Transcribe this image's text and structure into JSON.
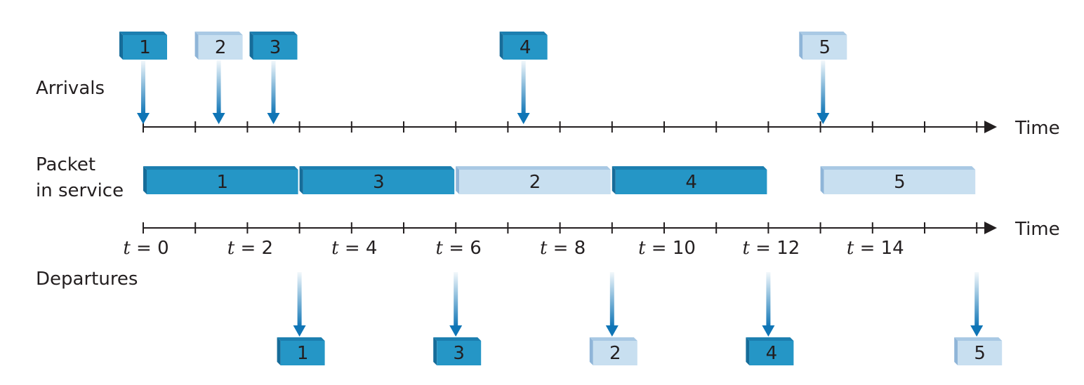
{
  "labels": {
    "arrivals": "Arrivals",
    "service_line1": "Packet",
    "service_line2": "in service",
    "departures": "Departures",
    "time": "Time"
  },
  "tick_var": "t",
  "tick_values": [
    "0",
    "2",
    "4",
    "6",
    "8",
    "10",
    "12",
    "14"
  ],
  "colors": {
    "dark": "#2596c6",
    "dark_top": "#1c7fb0",
    "dark_side": "#166c99",
    "light": "#c8dff0",
    "light_top": "#a9c9e4",
    "light_side": "#8fb5d8",
    "arrow": "#0f75b6",
    "axis": "#231f20"
  },
  "packets": [
    {
      "id": "1",
      "shade": "dark",
      "arrival": 0.0,
      "service_start": 0,
      "service_end": 3,
      "departure": 3
    },
    {
      "id": "2",
      "shade": "light",
      "arrival": 1.45,
      "service_start": 6,
      "service_end": 9,
      "departure": 9
    },
    {
      "id": "3",
      "shade": "dark",
      "arrival": 2.5,
      "service_start": 3,
      "service_end": 6,
      "departure": 6
    },
    {
      "id": "4",
      "shade": "dark",
      "arrival": 7.3,
      "service_start": 9,
      "service_end": 12,
      "departure": 12
    },
    {
      "id": "5",
      "shade": "light",
      "arrival": 13.05,
      "service_start": 13,
      "service_end": 16,
      "departure": 16
    }
  ]
}
